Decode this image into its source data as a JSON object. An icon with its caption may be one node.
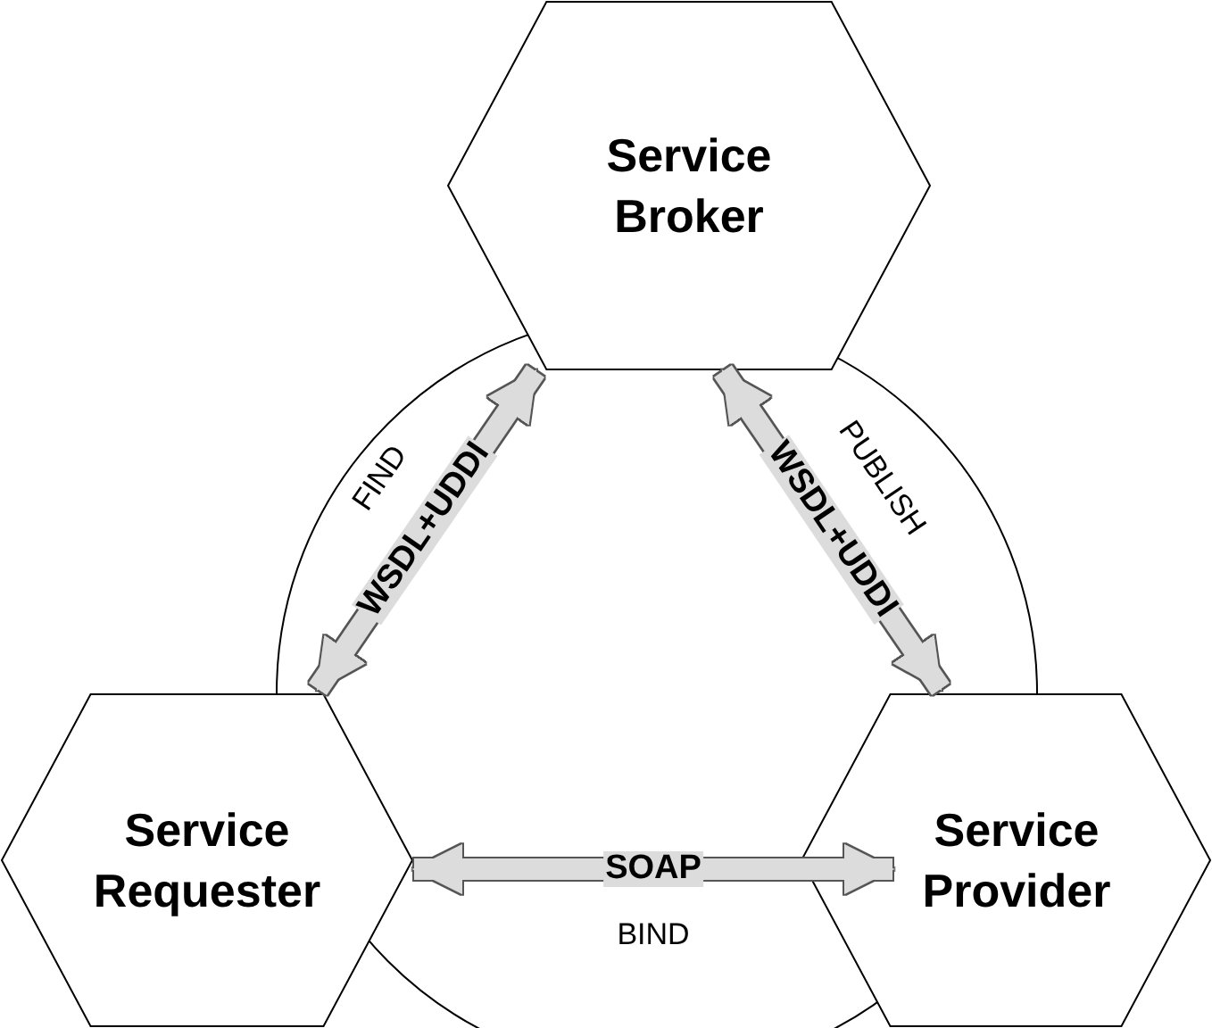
{
  "diagram": {
    "nodes": [
      {
        "text": [
          "Service Broker"
        ]
      },
      {
        "text": [
          "Service Requester"
        ]
      },
      {
        "text": [
          "Service Provider"
        ]
      }
    ],
    "edges": [
      {
        "from": 0,
        "to": 1,
        "arrow": "both",
        "label": "WSDL+UDDI"
      },
      {
        "from": 0,
        "to": 2,
        "arrow": "both",
        "label": "WSDL+UDDI"
      },
      {
        "from": 1,
        "to": 2,
        "arrow": "both",
        "label": "SOAP"
      }
    ],
    "labels": [
      "FIND",
      "PUBLISH",
      "BIND"
    ]
  }
}
